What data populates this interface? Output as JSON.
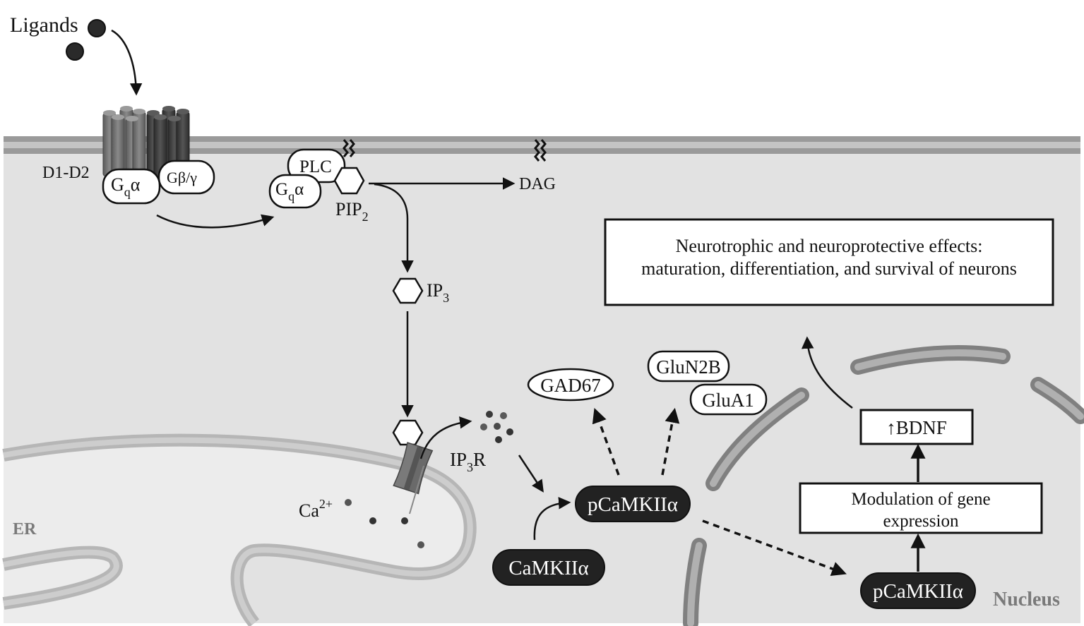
{
  "diagram": {
    "title": "D1-D2 receptor heteromer signaling via Gq / PLC / IP3 / Ca2+ / CaMKIIα",
    "colors": {
      "cytoplasm": "#e2e2e2",
      "membrane_dark": "#9a9a9a",
      "membrane_light": "#c2c2c2",
      "er_lumen": "#ececec",
      "dark_pill": "#222222",
      "nuclear_envelope": "#808080",
      "nuclear_envelope_inner": "#b0b0b0"
    },
    "labels": {
      "ligands": "Ligands",
      "receptor": "D1-D2",
      "gq_alpha_main": "G",
      "gq_alpha_sub": "q",
      "gq_alpha_sym": "α",
      "gbeta_gamma": "Gβ/γ",
      "plc": "PLC",
      "pip2_main": "PIP",
      "pip2_sub": "2",
      "dag": "DAG",
      "ip3_main": "IP",
      "ip3_sub": "3",
      "ip3r_main": "IP",
      "ip3r_sub": "3",
      "ip3r_tail": "R",
      "ca_main": "Ca",
      "ca_sup": "2+",
      "er": "ER",
      "nucleus": "Nucleus",
      "gad67": "GAD67",
      "glun2b": "GluN2B",
      "glua1": "GluA1",
      "pcamkii_cyto": "pCaMKIIα",
      "camkii": "CaMKIIα",
      "pcamkii_nuc": "pCaMKIIα",
      "gene_expression_line1": "Modulation of gene",
      "gene_expression_line2": "expression",
      "bdnf": "↑BDNF",
      "effects_line1": "Neurotrophic and neuroprotective effects:",
      "effects_line2": "maturation, differentiation, and survival of neurons"
    },
    "edges": [
      {
        "from": "Ligands",
        "to": "D1-D2",
        "style": "solid"
      },
      {
        "from": "Gqα (receptor)",
        "to": "Gqα (PLC)",
        "style": "solid"
      },
      {
        "from": "PIP2",
        "to": "DAG",
        "style": "solid"
      },
      {
        "from": "PIP2",
        "to": "IP3",
        "style": "solid"
      },
      {
        "from": "IP3",
        "to": "IP3R",
        "style": "solid"
      },
      {
        "from": "IP3R",
        "to": "Ca2+ release",
        "style": "solid"
      },
      {
        "from": "Ca2+",
        "to": "pCaMKIIα",
        "style": "solid"
      },
      {
        "from": "CaMKIIα",
        "to": "pCaMKIIα",
        "style": "solid"
      },
      {
        "from": "pCaMKIIα",
        "to": "GAD67",
        "style": "dashed"
      },
      {
        "from": "pCaMKIIα",
        "to": "GluN2B / GluA1",
        "style": "dashed"
      },
      {
        "from": "pCaMKIIα",
        "to": "pCaMKIIα (nucleus)",
        "style": "dashed"
      },
      {
        "from": "pCaMKIIα (nucleus)",
        "to": "Modulation of gene expression",
        "style": "solid"
      },
      {
        "from": "Modulation of gene expression",
        "to": "↑BDNF",
        "style": "solid"
      },
      {
        "from": "↑BDNF",
        "to": "Neurotrophic and neuroprotective effects",
        "style": "solid"
      }
    ]
  }
}
